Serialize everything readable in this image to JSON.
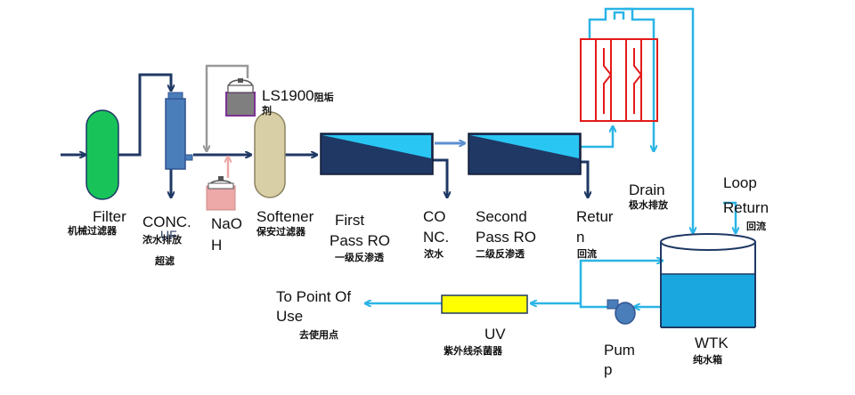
{
  "colors": {
    "navy_pipe": "#1f3864",
    "cyan_pipe": "#2ab4e6",
    "filter_green": "#18c35a",
    "uf_blue": "#4a7ebb",
    "softener_tan": "#d9cfa6",
    "ro_dark": "#1f3864",
    "ro_cyan": "#29c6f3",
    "uv_yellow": "#ffff00",
    "edi_red": "#e31a1a",
    "naoh_pink": "#eda8a8",
    "antiscalant_purple": "#7b3294"
  },
  "labels": {
    "filter_en": "Filter",
    "filter_cn": "机械过滤器",
    "conc1_en": "CONC.",
    "conc1_cn": "浓水排放",
    "uf_en": "UF",
    "uf_cn": "超滤",
    "naoh_line1": "NaO",
    "naoh_line2": "H",
    "ls_en": "LS1900",
    "ls_cn1": "阻垢",
    "ls_cn2": "剂",
    "softener_en": "Softener",
    "softener_cn": "保安过滤器",
    "first_ro_line1": "First",
    "first_ro_line2": "Pass RO",
    "first_ro_cn": "一级反渗透",
    "conc2_line1": "CO",
    "conc2_line2": "NC.",
    "conc2_cn": "浓水",
    "second_ro_line1": "Second",
    "second_ro_line2": "Pass  RO",
    "second_ro_cn": "二级反渗透",
    "return_line1": "Retur",
    "return_line2": "n",
    "return_cn": "回流",
    "drain_en": "Drain",
    "drain_cn": "极水排放",
    "loop_line1": "Loop",
    "loop_line2": "Return",
    "loop_cn": "回流",
    "wtk_en": "WTK",
    "wtk_cn": "纯水箱",
    "pump_line1": "Pum",
    "pump_line2": "p",
    "uv_en": "UV",
    "uv_cn": "紫外线杀菌器",
    "use_line1": "To Point  Of",
    "use_line2": "Use",
    "use_cn": "去使用点"
  }
}
